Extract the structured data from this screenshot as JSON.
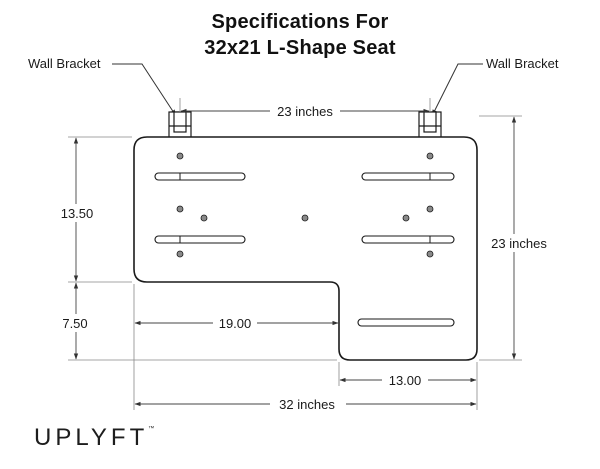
{
  "header": {
    "title_line1": "Specifications For",
    "title_line2": "32x21 L-Shape Seat"
  },
  "callouts": {
    "left": "Wall Bracket",
    "right": "Wall Bracket"
  },
  "dimensions": {
    "bracket_spacing": "23 inches",
    "left_upper": "13.50",
    "left_lower": "7.50",
    "right_height": "23 inches",
    "cutout_width": "19.00",
    "lower_width": "13.00",
    "total_width": "32 inches"
  },
  "brand": {
    "name": "UPLYFT",
    "mark": "™"
  },
  "colors": {
    "line": "#1a1a1a",
    "dim_line": "#555555",
    "text": "#1a1a1a"
  }
}
